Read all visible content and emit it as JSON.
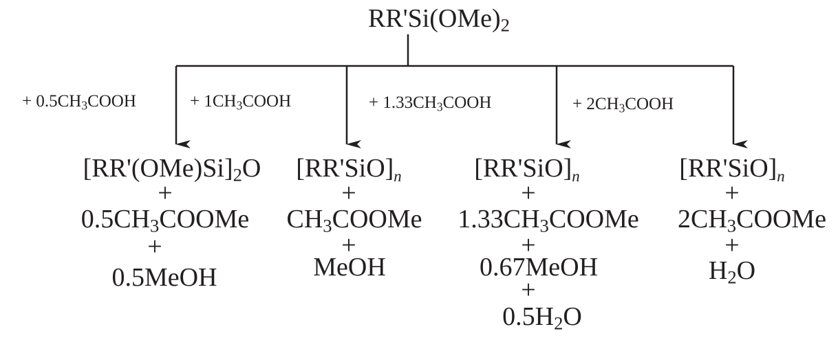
{
  "reactant": {
    "main": "RR'Si(OMe)",
    "sub": "2"
  },
  "reagents": [
    {
      "pre": "+ 0.5CH",
      "sub": "3",
      "post": "COOH"
    },
    {
      "pre": "+ 1CH",
      "sub": "3",
      "post": "COOH"
    },
    {
      "pre": "+ 1.33CH",
      "sub": "3",
      "post": "COOH"
    },
    {
      "pre": "+ 2CH",
      "sub": "3",
      "post": "COOH"
    }
  ],
  "products": [
    {
      "head": {
        "pre": "[RR'(OMe)Si]",
        "sub": "2",
        "post": "O"
      },
      "items": [
        {
          "pre": "0.5CH",
          "sub": "3",
          "post": "COOMe"
        },
        {
          "pre": "0.5MeOH",
          "sub": "",
          "post": ""
        }
      ]
    },
    {
      "head": {
        "pre": "[RR'SiO]",
        "sub": "n",
        "post": ""
      },
      "items": [
        {
          "pre": "CH",
          "sub": "3",
          "post": "COOMe"
        },
        {
          "pre": "MeOH",
          "sub": "",
          "post": ""
        }
      ]
    },
    {
      "head": {
        "pre": "[RR'SiO]",
        "sub": "n",
        "post": ""
      },
      "items": [
        {
          "pre": "1.33CH",
          "sub": "3",
          "post": "COOMe"
        },
        {
          "pre": "0.67MeOH",
          "sub": "",
          "post": ""
        },
        {
          "pre": "0.5H",
          "sub": "2",
          "post": "O"
        }
      ]
    },
    {
      "head": {
        "pre": "[RR'SiO]",
        "sub": "n",
        "post": ""
      },
      "items": [
        {
          "pre": "2CH",
          "sub": "3",
          "post": "COOMe"
        },
        {
          "pre": "H",
          "sub": "2",
          "post": "O"
        }
      ]
    }
  ],
  "plus": "+"
}
